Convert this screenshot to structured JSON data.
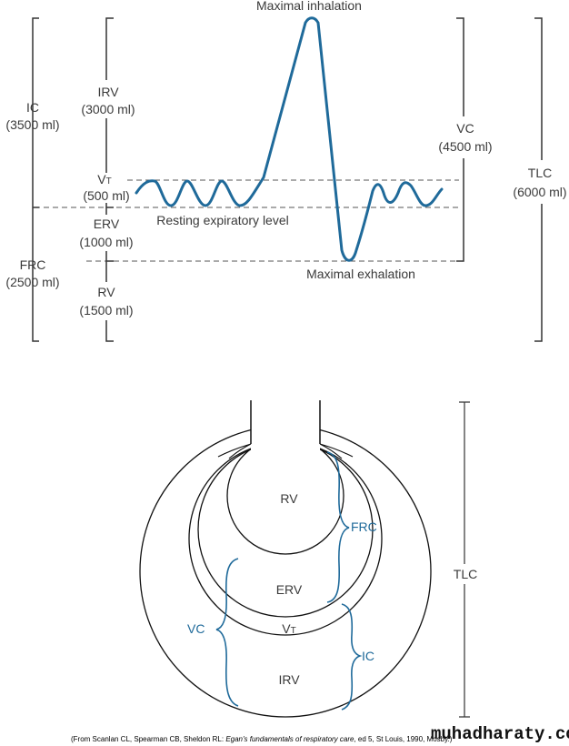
{
  "spirogram": {
    "max_inhalation": "Maximal inhalation",
    "max_exhalation": "Maximal exhalation",
    "resting_level": "Resting expiratory level",
    "ic": "IC",
    "ic_val": "(3500 ml)",
    "frc": "FRC",
    "frc_val": "(2500 ml)",
    "irv": "IRV",
    "irv_val": "(3000 ml)",
    "vt": "V",
    "vt_sub": "T",
    "vt_val": "(500 ml)",
    "erv": "ERV",
    "erv_val": "(1000 ml)",
    "rv": "RV",
    "rv_val": "(1500 ml)",
    "vc": "VC",
    "vc_val": "(4500 ml)",
    "tlc": "TLC",
    "tlc_val": "(6000 ml)",
    "trace_color": "#1f6a9a"
  },
  "lung": {
    "rv": "RV",
    "erv": "ERV",
    "vt": "V",
    "vt_sub": "T",
    "irv": "IRV",
    "frc": "FRC",
    "vc": "VC",
    "ic": "IC",
    "tlc": "TLC",
    "label_color": "#1f6a9a"
  },
  "footer": {
    "caption_start": "(From Scanlan CL, Spearman CB, Sheldon RL: ",
    "caption_title": "Egan's fundamentals of respiratory care",
    "caption_end": ", ed 5, St Louis, 1990, Mosby.)",
    "watermark": "muhadharaty.com"
  }
}
